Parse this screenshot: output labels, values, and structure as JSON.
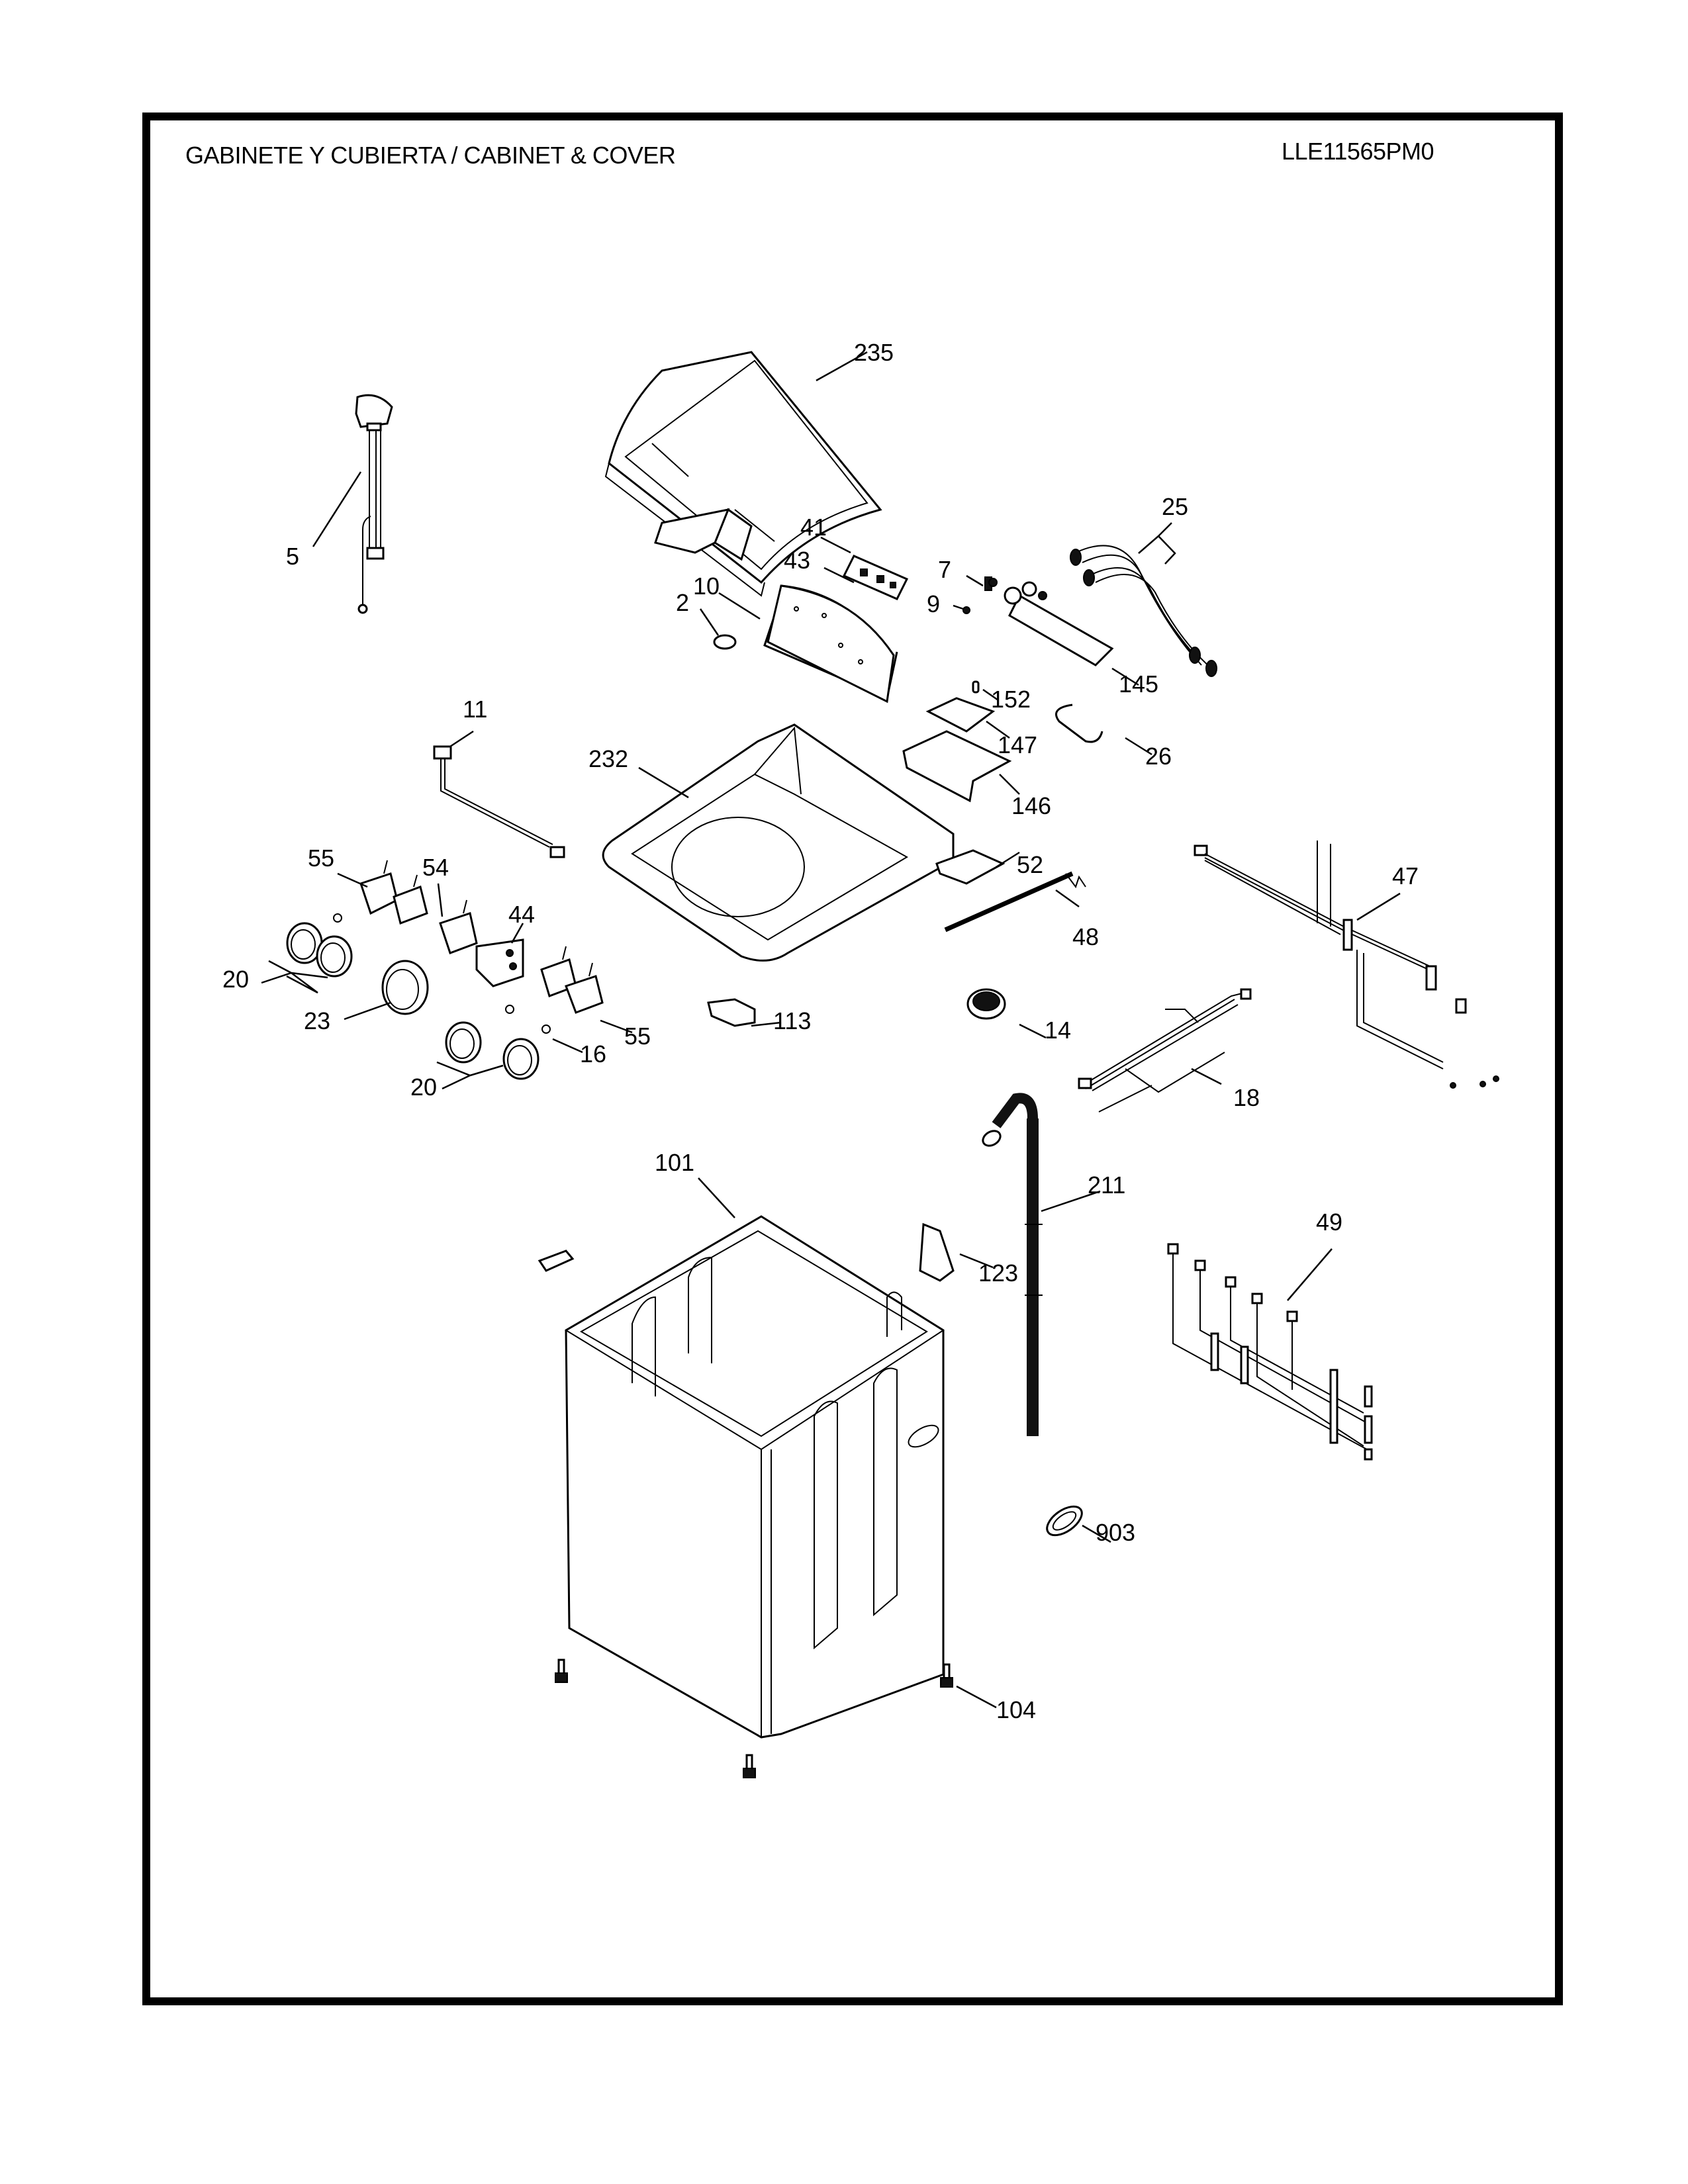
{
  "header": {
    "title": "GABINETE Y CUBIERTA / CABINET & COVER",
    "model": "LLE11565PM0"
  },
  "callouts": [
    {
      "id": "235",
      "label": "235",
      "part": "top-cover"
    },
    {
      "id": "5",
      "label": "5",
      "part": "power-cord"
    },
    {
      "id": "25",
      "label": "25",
      "part": "inlet-hoses"
    },
    {
      "id": "41",
      "label": "41",
      "part": "pcb-cover"
    },
    {
      "id": "43",
      "label": "43",
      "part": "control-board"
    },
    {
      "id": "7",
      "label": "7",
      "part": "valve-clip"
    },
    {
      "id": "2",
      "label": "2",
      "part": "emblem"
    },
    {
      "id": "10",
      "label": "10",
      "part": "control-panel"
    },
    {
      "id": "9",
      "label": "9",
      "part": "screw"
    },
    {
      "id": "145",
      "label": "145",
      "part": "water-inlet-valve"
    },
    {
      "id": "152",
      "label": "152",
      "part": "pin"
    },
    {
      "id": "11",
      "label": "11",
      "part": "connector-harness"
    },
    {
      "id": "147",
      "label": "147",
      "part": "dispenser-cap"
    },
    {
      "id": "26",
      "label": "26",
      "part": "hose-u"
    },
    {
      "id": "232",
      "label": "232",
      "part": "top-frame"
    },
    {
      "id": "146",
      "label": "146",
      "part": "dispenser-drawer"
    },
    {
      "id": "55a",
      "label": "55",
      "part": "switch-left"
    },
    {
      "id": "54",
      "label": "54",
      "part": "switch-center"
    },
    {
      "id": "52",
      "label": "52",
      "part": "bracket"
    },
    {
      "id": "47",
      "label": "47",
      "part": "main-harness"
    },
    {
      "id": "44",
      "label": "44",
      "part": "switch-board"
    },
    {
      "id": "48",
      "label": "48",
      "part": "pressure-tube"
    },
    {
      "id": "20a",
      "label": "20",
      "part": "knob-pair-left"
    },
    {
      "id": "23",
      "label": "23",
      "part": "knob-large"
    },
    {
      "id": "113",
      "label": "113",
      "part": "lid-switch"
    },
    {
      "id": "14",
      "label": "14",
      "part": "pressure-switch"
    },
    {
      "id": "55b",
      "label": "55",
      "part": "switch-right"
    },
    {
      "id": "16",
      "label": "16",
      "part": "nut"
    },
    {
      "id": "18",
      "label": "18",
      "part": "harness-18"
    },
    {
      "id": "20b",
      "label": "20",
      "part": "knob-pair-right"
    },
    {
      "id": "101",
      "label": "101",
      "part": "cabinet"
    },
    {
      "id": "211",
      "label": "211",
      "part": "drain-hose"
    },
    {
      "id": "49",
      "label": "49",
      "part": "harness-49"
    },
    {
      "id": "123",
      "label": "123",
      "part": "hose-holder"
    },
    {
      "id": "903",
      "label": "903",
      "part": "grommet"
    },
    {
      "id": "104",
      "label": "104",
      "part": "leveling-leg"
    }
  ]
}
